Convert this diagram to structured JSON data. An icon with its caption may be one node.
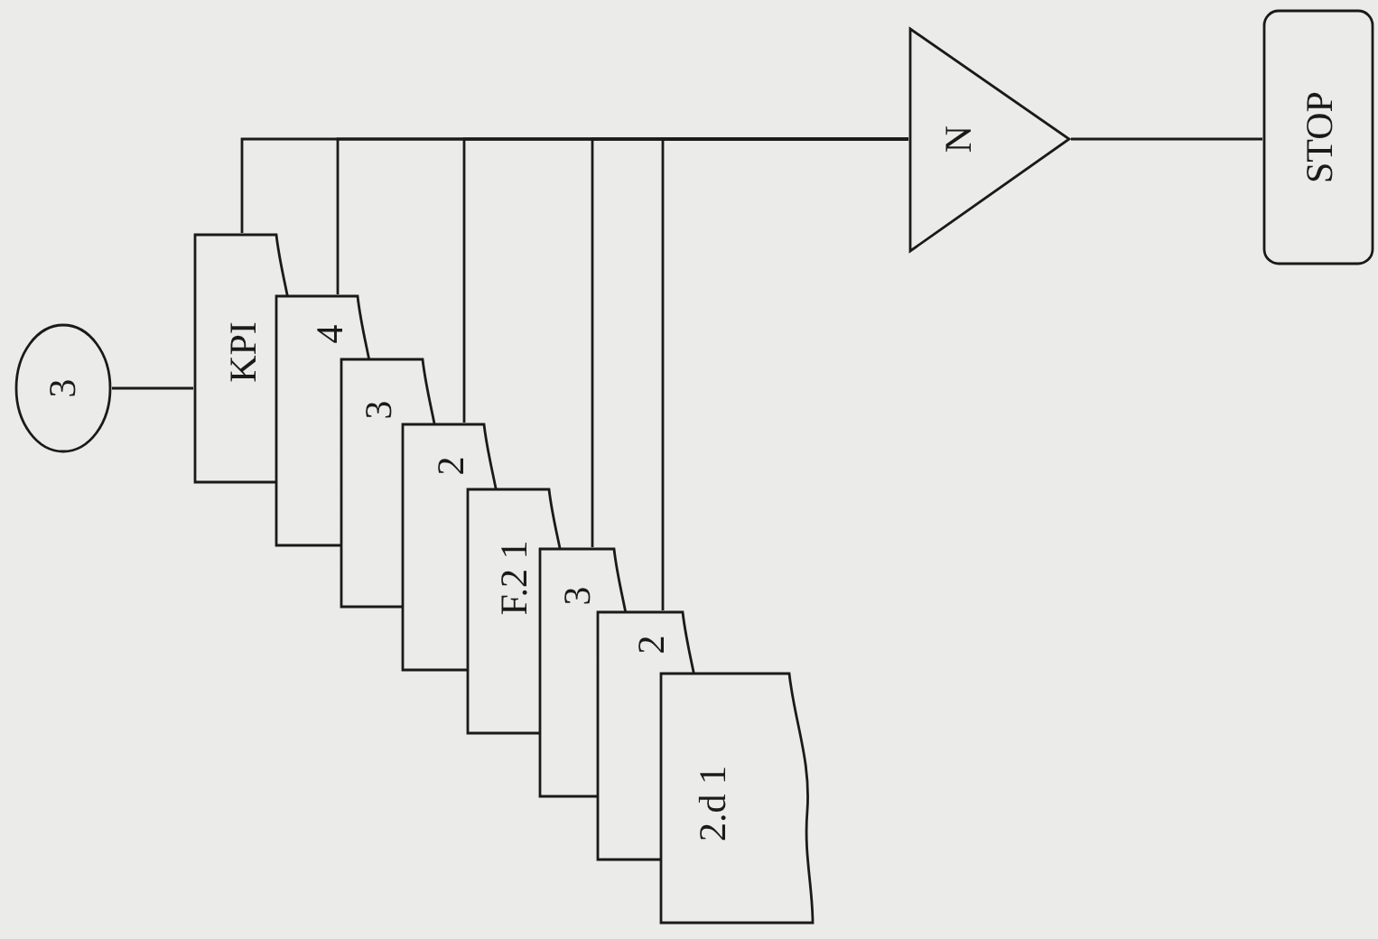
{
  "diagram": {
    "nodes": [
      {
        "text": [
          "3"
        ]
      },
      {
        "text": [
          "KPI"
        ]
      },
      {
        "text": [
          "4"
        ]
      },
      {
        "text": [
          "3"
        ]
      },
      {
        "text": [
          "2"
        ]
      },
      {
        "text": [
          "F.2 1"
        ]
      },
      {
        "text": [
          "3"
        ]
      },
      {
        "text": [
          "2"
        ]
      },
      {
        "text": [
          "2.d 1"
        ]
      },
      {
        "text": [
          "N"
        ]
      },
      {
        "text": [
          "STOP"
        ]
      }
    ],
    "edges": [
      {
        "from": 0,
        "to": 1,
        "arrow": "none"
      },
      {
        "from": 1,
        "to": 9,
        "arrow": "none"
      },
      {
        "from": 2,
        "to": 9,
        "arrow": "none"
      },
      {
        "from": 4,
        "to": 9,
        "arrow": "none"
      },
      {
        "from": 6,
        "to": 9,
        "arrow": "none"
      },
      {
        "from": 7,
        "to": 9,
        "arrow": "none"
      },
      {
        "from": 9,
        "to": 10,
        "arrow": "none"
      }
    ]
  }
}
